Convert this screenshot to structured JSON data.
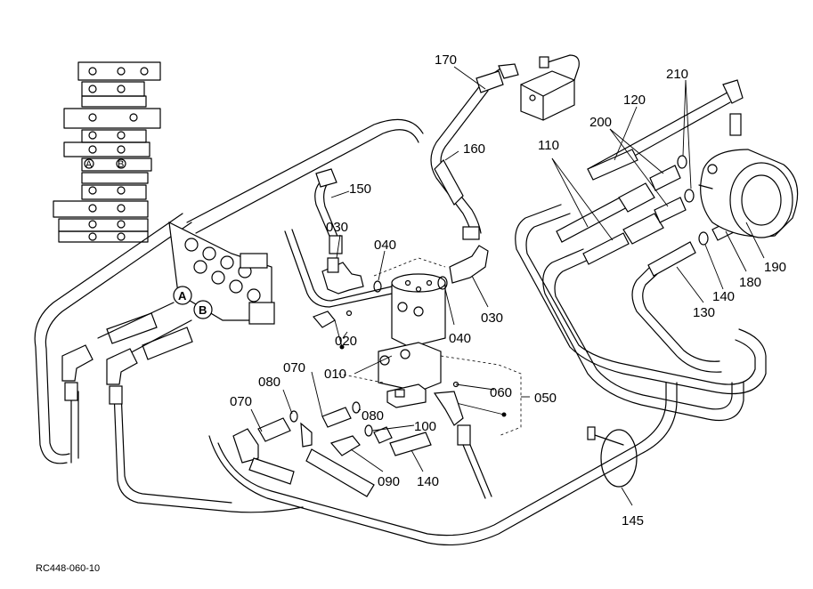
{
  "callouts": {
    "c170": "170",
    "c160": "160",
    "c150": "150",
    "c120": "120",
    "c210": "210",
    "c200": "200",
    "c110": "110",
    "c030a": "030",
    "c040a": "040",
    "c030b": "030",
    "c040b": "040",
    "c020": "020",
    "c010": "010",
    "c070a": "070",
    "c080a": "080",
    "c070b": "070",
    "c080b": "080",
    "c060": "060",
    "c050": "050",
    "c100": "100",
    "c090": "090",
    "c140a": "140",
    "c145": "145",
    "c190": "190",
    "c180": "180",
    "c140b": "140",
    "c130": "130"
  },
  "port_labels": {
    "a": "A",
    "b": "B"
  },
  "inset_labels": {
    "a": "A",
    "b": "B"
  },
  "reference_code": "RC448-060-10"
}
